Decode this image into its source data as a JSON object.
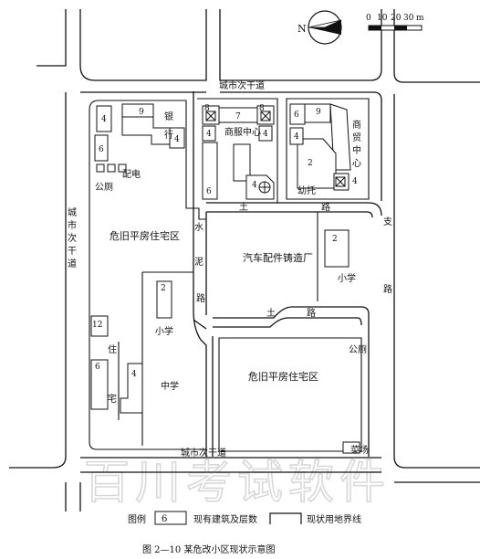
{
  "compass": {
    "north_letter": "N"
  },
  "scale_bar": {
    "ticks": [
      "0",
      "10",
      "20",
      "30",
      "m"
    ]
  },
  "roads": {
    "north": "城市次干道",
    "south": "城市次干道",
    "west_chars": [
      "城",
      "市",
      "次",
      "干",
      "道"
    ],
    "east_chars": [
      "支",
      "路"
    ],
    "shui_ni_lu_chars": [
      "水",
      "泥",
      "路"
    ],
    "tu_lu_top": [
      "土",
      "路"
    ],
    "tu_lu_mid": [
      "土",
      "路"
    ],
    "zhu_zhai_chars": [
      "住",
      "宅"
    ]
  },
  "zones": {
    "bank_chars": [
      "银",
      "行"
    ],
    "shangfu": "商服中心",
    "shangmao_chars": [
      "商",
      "贸",
      "中",
      "心"
    ],
    "youtuo": "幼托",
    "peidian": "配电",
    "gongce_west": "公厕",
    "gongce_east": "公厕",
    "weijiu_west": "危旧平房住宅区",
    "weijiu_east": "危旧平房住宅区",
    "qiche": "汽车配件铸造厂",
    "xiaoxue_west": "小学",
    "xiaoxue_east": "小学",
    "zhongxue": "中学",
    "caichang": "菜场"
  },
  "floors": {
    "b4a": "4",
    "b9": "9",
    "b4b": "4",
    "b6a": "6",
    "b8a": "8",
    "b7": "7",
    "b8b": "8",
    "b4c": "4",
    "b4d": "4",
    "b6b": "6",
    "b4e": "4",
    "b6c": "6",
    "b9b": "9",
    "b2a": "2",
    "b4f": "4",
    "b4g": "4",
    "b2b": "2",
    "b2c": "2",
    "b12": "12",
    "b6d": "6",
    "b4h": "4"
  },
  "legend": {
    "prefix": "图例",
    "sample_number": "6",
    "existing_building": "现有建筑及层数",
    "land_line": "现状用地界线"
  },
  "caption": "图 2—10   某危改小区现状示意图",
  "watermark": "百川考试软件"
}
